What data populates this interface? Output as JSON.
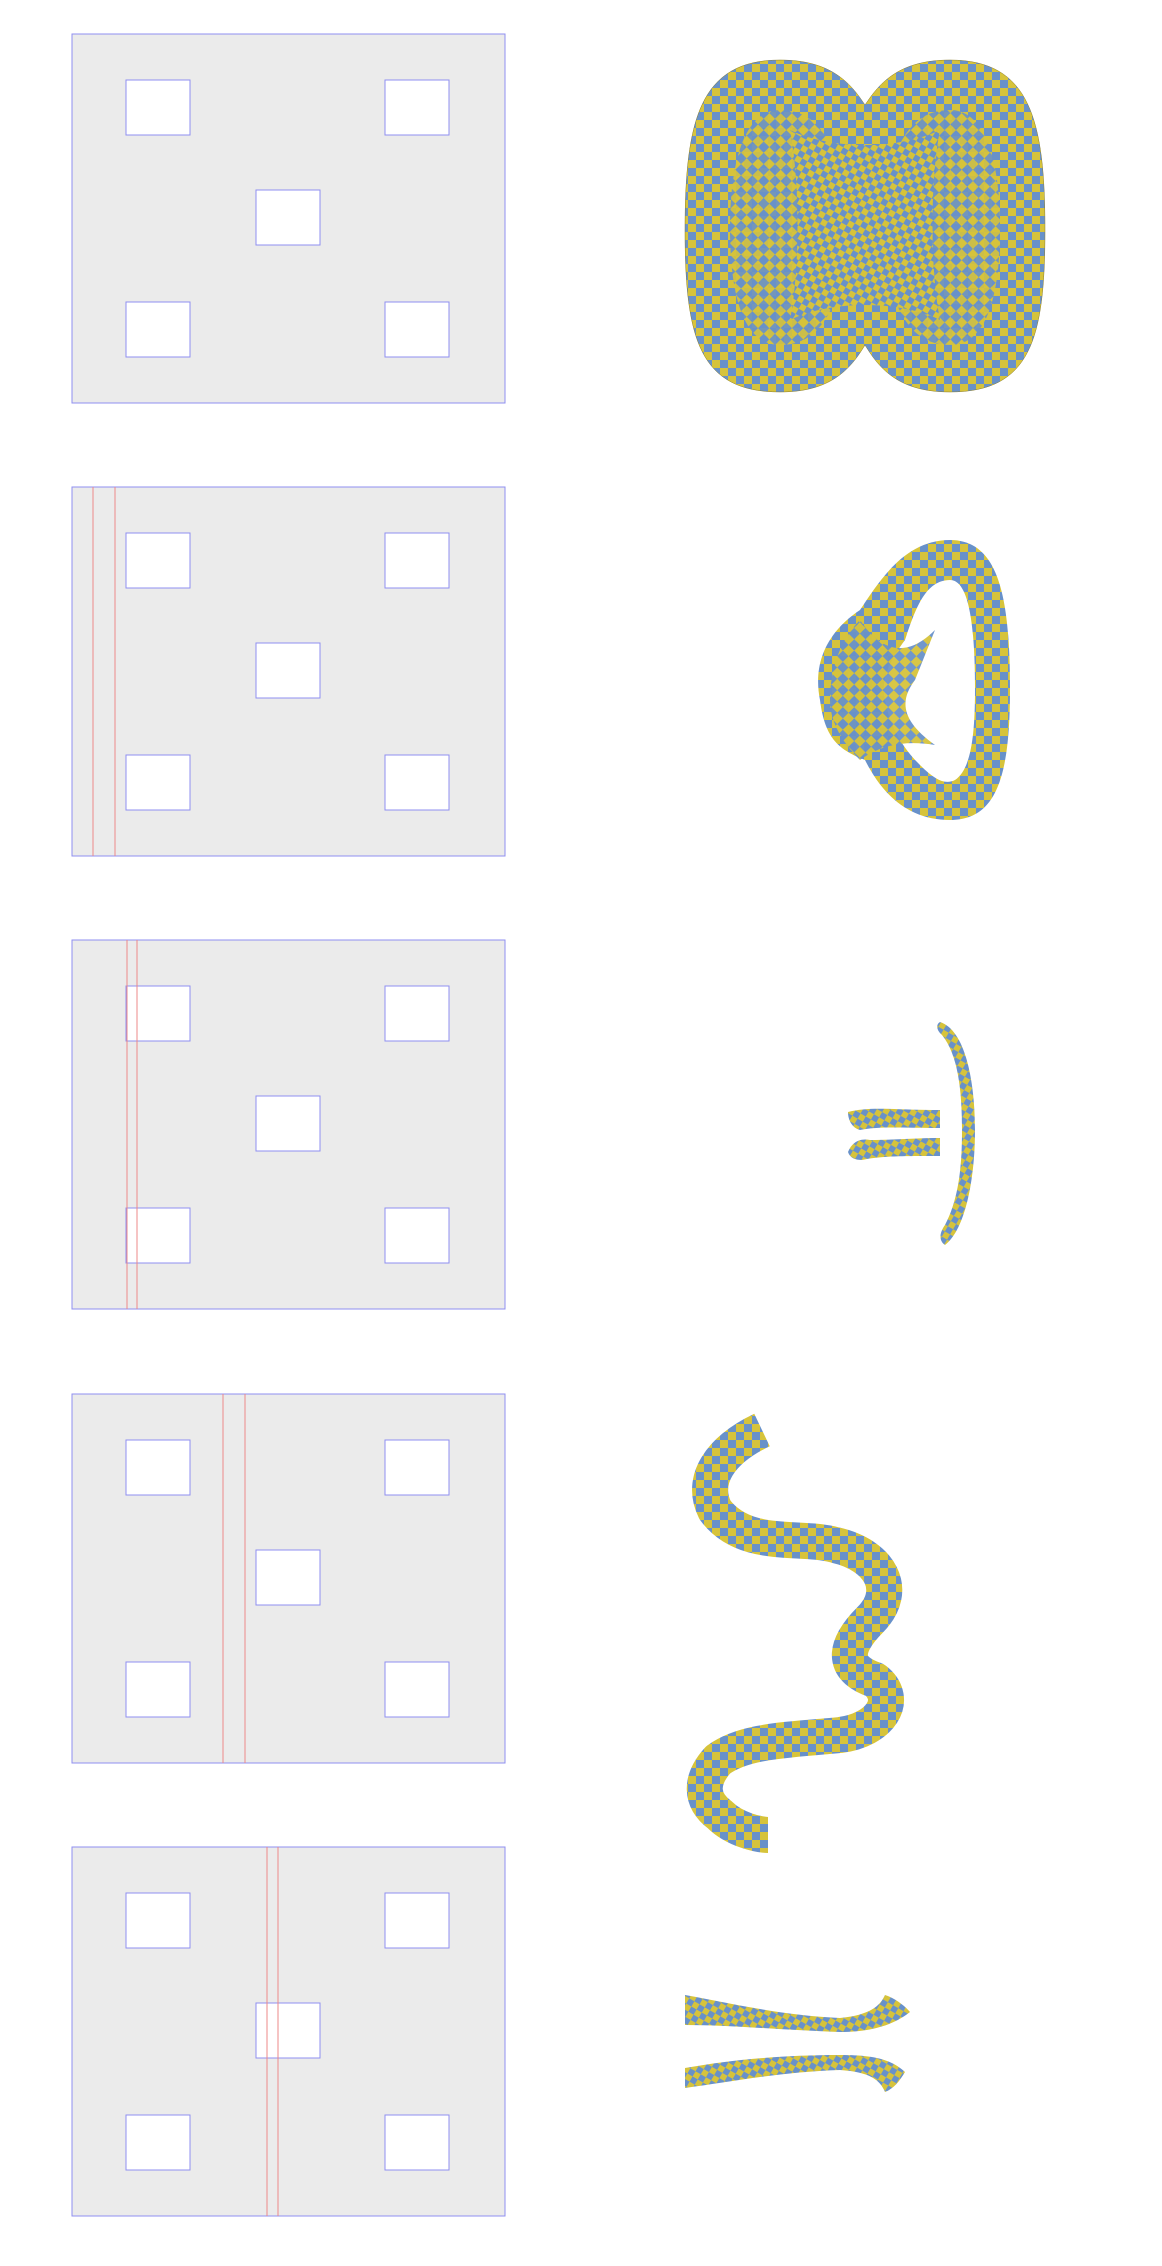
{
  "colors": {
    "background": "#ffffff",
    "sheet_fill": "#ebebeb",
    "outline": "#8f8ff0",
    "cut_line": "#ee8888",
    "check_a": "#d6c33b",
    "check_b": "#6891c9"
  },
  "rows": [
    {
      "cut_strip": "none",
      "shape": "double-loop-checker-surface"
    },
    {
      "cut_strip": "near-left-edge",
      "shape": "teardrop-loop-checker-surface"
    },
    {
      "cut_strip": "through-left-holes",
      "shape": "split-arc-checker-surface"
    },
    {
      "cut_strip": "left-of-center",
      "shape": "s-curve-checker-band"
    },
    {
      "cut_strip": "through-center-hole",
      "shape": "two-separated-checker-strips"
    }
  ]
}
